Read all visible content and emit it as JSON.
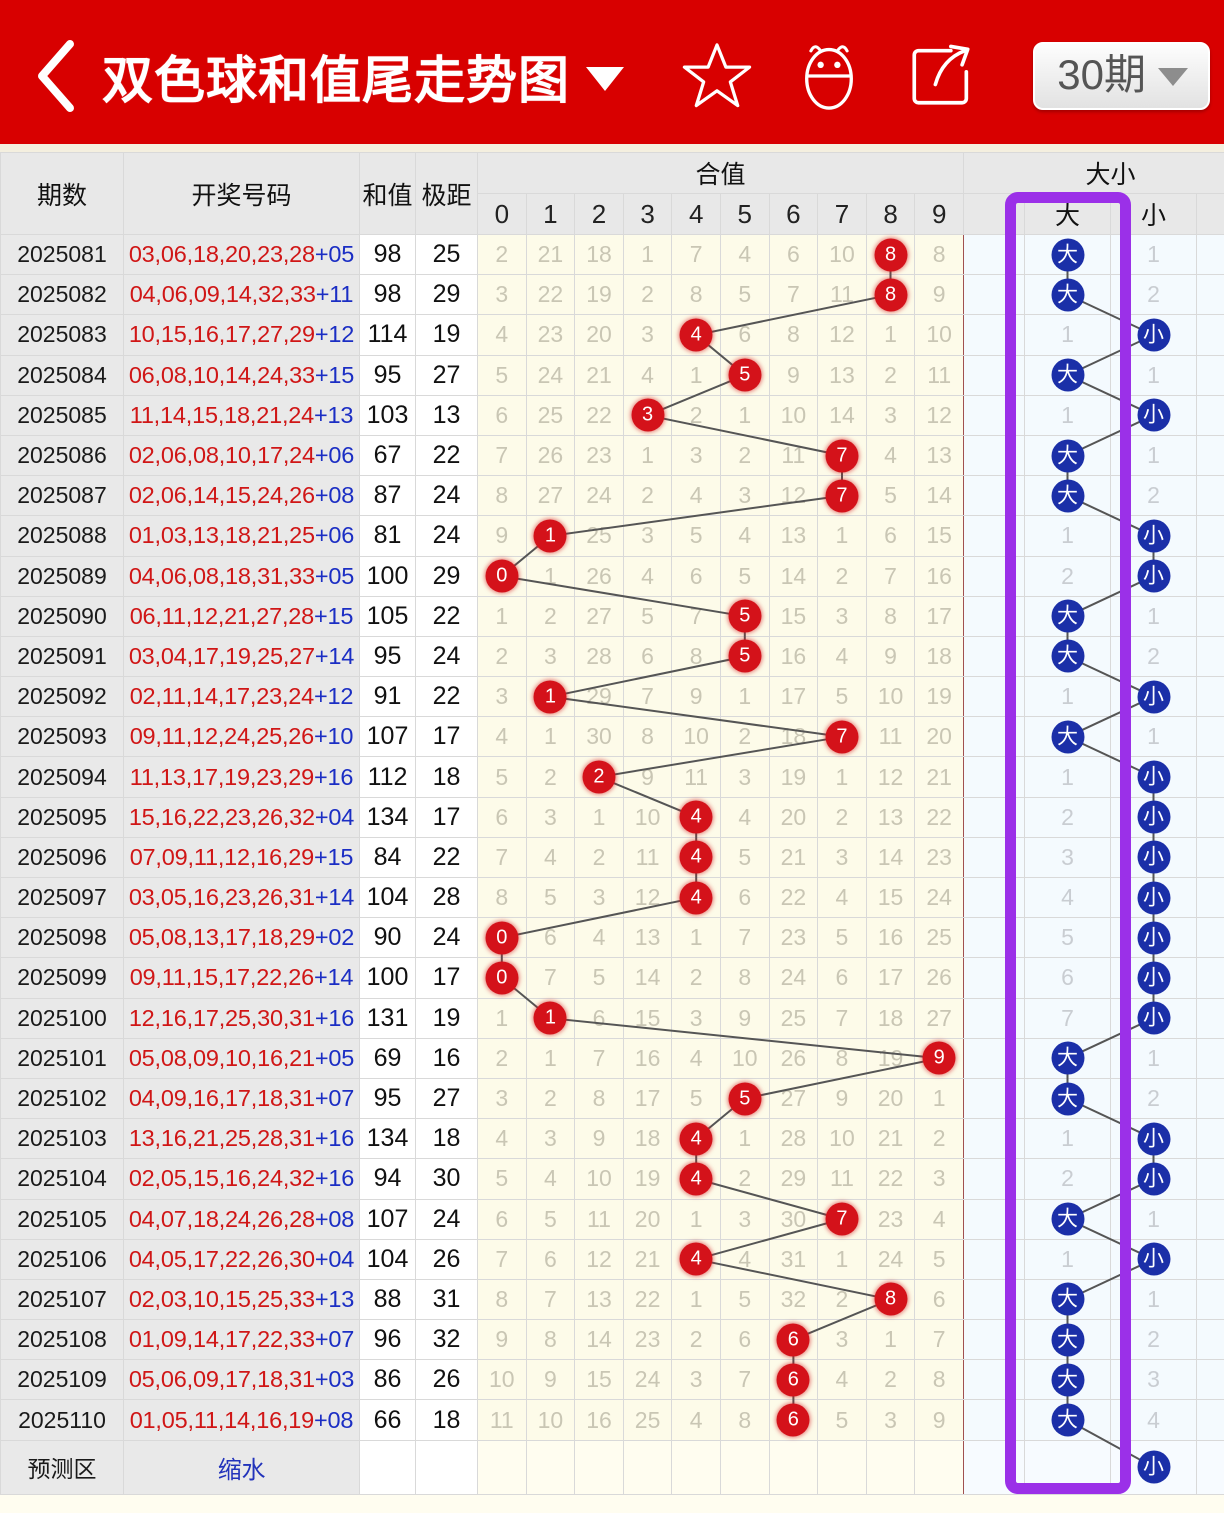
{
  "header": {
    "back_icon": "chevron-left-icon",
    "title": "双色球和值尾走势图",
    "title_caret": "▼",
    "icons": [
      {
        "name": "star-icon",
        "label": "收藏"
      },
      {
        "name": "bug-icon",
        "label": "机器人"
      },
      {
        "name": "share-icon",
        "label": "分享"
      }
    ],
    "period_label": "30期",
    "period_caret": "▼",
    "brand_color": "#d80000"
  },
  "table": {
    "headers": {
      "issue": "期数",
      "numbers": "开奖号码",
      "sum": "和值",
      "span": "极距",
      "group_hezhi": "合值",
      "group_daxiao": "大小",
      "digits": [
        "0",
        "1",
        "2",
        "3",
        "4",
        "5",
        "6",
        "7",
        "8",
        "9"
      ],
      "big": "大",
      "small": "小"
    },
    "predict_row": {
      "label": "预测区",
      "action": "缩水"
    },
    "rows": [
      {
        "issue": "2025081",
        "red": "03,06,18,20,23,28",
        "blue": "05",
        "sum": "98",
        "span": "25",
        "hit": 8,
        "miss": [
          "2",
          "21",
          "18",
          "1",
          "7",
          "4",
          "6",
          "10",
          "8",
          "8"
        ],
        "size": "大",
        "size_miss": "1"
      },
      {
        "issue": "2025082",
        "red": "04,06,09,14,32,33",
        "blue": "11",
        "sum": "98",
        "span": "29",
        "hit": 8,
        "miss": [
          "3",
          "22",
          "19",
          "2",
          "8",
          "5",
          "7",
          "11",
          "8",
          "9"
        ],
        "size": "大",
        "size_miss": "2"
      },
      {
        "issue": "2025083",
        "red": "10,15,16,17,27,29",
        "blue": "12",
        "sum": "114",
        "span": "19",
        "hit": 4,
        "miss": [
          "4",
          "23",
          "20",
          "3",
          "4",
          "6",
          "8",
          "12",
          "1",
          "10"
        ],
        "size": "小",
        "size_miss": "1"
      },
      {
        "issue": "2025084",
        "red": "06,08,10,14,24,33",
        "blue": "15",
        "sum": "95",
        "span": "27",
        "hit": 5,
        "miss": [
          "5",
          "24",
          "21",
          "4",
          "1",
          "5",
          "9",
          "13",
          "2",
          "11"
        ],
        "size": "大",
        "size_miss": "1"
      },
      {
        "issue": "2025085",
        "red": "11,14,15,18,21,24",
        "blue": "13",
        "sum": "103",
        "span": "13",
        "hit": 3,
        "miss": [
          "6",
          "25",
          "22",
          "3",
          "2",
          "1",
          "10",
          "14",
          "3",
          "12"
        ],
        "size": "小",
        "size_miss": "1"
      },
      {
        "issue": "2025086",
        "red": "02,06,08,10,17,24",
        "blue": "06",
        "sum": "67",
        "span": "22",
        "hit": 7,
        "miss": [
          "7",
          "26",
          "23",
          "1",
          "3",
          "2",
          "11",
          "7",
          "4",
          "13"
        ],
        "size": "大",
        "size_miss": "1"
      },
      {
        "issue": "2025087",
        "red": "02,06,14,15,24,26",
        "blue": "08",
        "sum": "87",
        "span": "24",
        "hit": 7,
        "miss": [
          "8",
          "27",
          "24",
          "2",
          "4",
          "3",
          "12",
          "7",
          "5",
          "14"
        ],
        "size": "大",
        "size_miss": "2"
      },
      {
        "issue": "2025088",
        "red": "01,03,13,18,21,25",
        "blue": "06",
        "sum": "81",
        "span": "24",
        "hit": 1,
        "miss": [
          "9",
          "1",
          "25",
          "3",
          "5",
          "4",
          "13",
          "1",
          "6",
          "15"
        ],
        "size": "小",
        "size_miss": "1"
      },
      {
        "issue": "2025089",
        "red": "04,06,08,18,31,33",
        "blue": "05",
        "sum": "100",
        "span": "29",
        "hit": 0,
        "miss": [
          "0",
          "1",
          "26",
          "4",
          "6",
          "5",
          "14",
          "2",
          "7",
          "16"
        ],
        "size": "小",
        "size_miss": "2"
      },
      {
        "issue": "2025090",
        "red": "06,11,12,21,27,28",
        "blue": "15",
        "sum": "105",
        "span": "22",
        "hit": 5,
        "miss": [
          "1",
          "2",
          "27",
          "5",
          "7",
          "5",
          "15",
          "3",
          "8",
          "17"
        ],
        "size": "大",
        "size_miss": "1"
      },
      {
        "issue": "2025091",
        "red": "03,04,17,19,25,27",
        "blue": "14",
        "sum": "95",
        "span": "24",
        "hit": 5,
        "miss": [
          "2",
          "3",
          "28",
          "6",
          "8",
          "5",
          "16",
          "4",
          "9",
          "18"
        ],
        "size": "大",
        "size_miss": "2"
      },
      {
        "issue": "2025092",
        "red": "02,11,14,17,23,24",
        "blue": "12",
        "sum": "91",
        "span": "22",
        "hit": 1,
        "miss": [
          "3",
          "1",
          "29",
          "7",
          "9",
          "1",
          "17",
          "5",
          "10",
          "19"
        ],
        "size": "小",
        "size_miss": "1"
      },
      {
        "issue": "2025093",
        "red": "09,11,12,24,25,26",
        "blue": "10",
        "sum": "107",
        "span": "17",
        "hit": 7,
        "miss": [
          "4",
          "1",
          "30",
          "8",
          "10",
          "2",
          "18",
          "7",
          "11",
          "20"
        ],
        "size": "大",
        "size_miss": "1"
      },
      {
        "issue": "2025094",
        "red": "11,13,17,19,23,29",
        "blue": "16",
        "sum": "112",
        "span": "18",
        "hit": 2,
        "miss": [
          "5",
          "2",
          "2",
          "9",
          "11",
          "3",
          "19",
          "1",
          "12",
          "21"
        ],
        "size": "小",
        "size_miss": "1"
      },
      {
        "issue": "2025095",
        "red": "15,16,22,23,26,32",
        "blue": "04",
        "sum": "134",
        "span": "17",
        "hit": 4,
        "miss": [
          "6",
          "3",
          "1",
          "10",
          "4",
          "4",
          "20",
          "2",
          "13",
          "22"
        ],
        "size": "小",
        "size_miss": "2"
      },
      {
        "issue": "2025096",
        "red": "07,09,11,12,16,29",
        "blue": "15",
        "sum": "84",
        "span": "22",
        "hit": 4,
        "miss": [
          "7",
          "4",
          "2",
          "11",
          "4",
          "5",
          "21",
          "3",
          "14",
          "23"
        ],
        "size": "小",
        "size_miss": "3"
      },
      {
        "issue": "2025097",
        "red": "03,05,16,23,26,31",
        "blue": "14",
        "sum": "104",
        "span": "28",
        "hit": 4,
        "miss": [
          "8",
          "5",
          "3",
          "12",
          "4",
          "6",
          "22",
          "4",
          "15",
          "24"
        ],
        "size": "小",
        "size_miss": "4"
      },
      {
        "issue": "2025098",
        "red": "05,08,13,17,18,29",
        "blue": "02",
        "sum": "90",
        "span": "24",
        "hit": 0,
        "miss": [
          "0",
          "6",
          "4",
          "13",
          "1",
          "7",
          "23",
          "5",
          "16",
          "25"
        ],
        "size": "小",
        "size_miss": "5"
      },
      {
        "issue": "2025099",
        "red": "09,11,15,17,22,26",
        "blue": "14",
        "sum": "100",
        "span": "17",
        "hit": 0,
        "miss": [
          "0",
          "7",
          "5",
          "14",
          "2",
          "8",
          "24",
          "6",
          "17",
          "26"
        ],
        "size": "小",
        "size_miss": "6"
      },
      {
        "issue": "2025100",
        "red": "12,16,17,25,30,31",
        "blue": "16",
        "sum": "131",
        "span": "19",
        "hit": 1,
        "miss": [
          "1",
          "1",
          "6",
          "15",
          "3",
          "9",
          "25",
          "7",
          "18",
          "27"
        ],
        "size": "小",
        "size_miss": "7"
      },
      {
        "issue": "2025101",
        "red": "05,08,09,10,16,21",
        "blue": "05",
        "sum": "69",
        "span": "16",
        "hit": 9,
        "miss": [
          "2",
          "1",
          "7",
          "16",
          "4",
          "10",
          "26",
          "8",
          "19",
          "9"
        ],
        "size": "大",
        "size_miss": "1"
      },
      {
        "issue": "2025102",
        "red": "04,09,16,17,18,31",
        "blue": "07",
        "sum": "95",
        "span": "27",
        "hit": 5,
        "miss": [
          "3",
          "2",
          "8",
          "17",
          "5",
          "5",
          "27",
          "9",
          "20",
          "1"
        ],
        "size": "大",
        "size_miss": "2"
      },
      {
        "issue": "2025103",
        "red": "13,16,21,25,28,31",
        "blue": "16",
        "sum": "134",
        "span": "18",
        "hit": 4,
        "miss": [
          "4",
          "3",
          "9",
          "18",
          "4",
          "1",
          "28",
          "10",
          "21",
          "2"
        ],
        "size": "小",
        "size_miss": "1"
      },
      {
        "issue": "2025104",
        "red": "02,05,15,16,24,32",
        "blue": "16",
        "sum": "94",
        "span": "30",
        "hit": 4,
        "miss": [
          "5",
          "4",
          "10",
          "19",
          "4",
          "2",
          "29",
          "11",
          "22",
          "3"
        ],
        "size": "小",
        "size_miss": "2"
      },
      {
        "issue": "2025105",
        "red": "04,07,18,24,26,28",
        "blue": "08",
        "sum": "107",
        "span": "24",
        "hit": 7,
        "miss": [
          "6",
          "5",
          "11",
          "20",
          "1",
          "3",
          "30",
          "7",
          "23",
          "4"
        ],
        "size": "大",
        "size_miss": "1"
      },
      {
        "issue": "2025106",
        "red": "04,05,17,22,26,30",
        "blue": "04",
        "sum": "104",
        "span": "26",
        "hit": 4,
        "miss": [
          "7",
          "6",
          "12",
          "21",
          "4",
          "4",
          "31",
          "1",
          "24",
          "5"
        ],
        "size": "小",
        "size_miss": "1"
      },
      {
        "issue": "2025107",
        "red": "02,03,10,15,25,33",
        "blue": "13",
        "sum": "88",
        "span": "31",
        "hit": 8,
        "miss": [
          "8",
          "7",
          "13",
          "22",
          "1",
          "5",
          "32",
          "2",
          "8",
          "6"
        ],
        "size": "大",
        "size_miss": "1"
      },
      {
        "issue": "2025108",
        "red": "01,09,14,17,22,33",
        "blue": "07",
        "sum": "96",
        "span": "32",
        "hit": 6,
        "miss": [
          "9",
          "8",
          "14",
          "23",
          "2",
          "6",
          "6",
          "3",
          "1",
          "7"
        ],
        "size": "大",
        "size_miss": "2"
      },
      {
        "issue": "2025109",
        "red": "05,06,09,17,18,31",
        "blue": "03",
        "sum": "86",
        "span": "26",
        "hit": 6,
        "miss": [
          "10",
          "9",
          "15",
          "24",
          "3",
          "7",
          "6",
          "4",
          "2",
          "8"
        ],
        "size": "大",
        "size_miss": "3"
      },
      {
        "issue": "2025110",
        "red": "01,05,11,14,16,19",
        "blue": "08",
        "sum": "66",
        "span": "18",
        "hit": 6,
        "miss": [
          "11",
          "10",
          "16",
          "25",
          "4",
          "8",
          "6",
          "5",
          "3",
          "9"
        ],
        "size": "大",
        "size_miss": "4"
      }
    ],
    "predict_size": "小"
  },
  "chart_data": {
    "type": "line",
    "title": "双色球和值尾走势图",
    "xlabel": "合值(尾数)",
    "ylabel": "期数",
    "categories": [
      "0",
      "1",
      "2",
      "3",
      "4",
      "5",
      "6",
      "7",
      "8",
      "9"
    ],
    "series": [
      {
        "name": "和值尾",
        "x": [
          "2025081",
          "2025082",
          "2025083",
          "2025084",
          "2025085",
          "2025086",
          "2025087",
          "2025088",
          "2025089",
          "2025090",
          "2025091",
          "2025092",
          "2025093",
          "2025094",
          "2025095",
          "2025096",
          "2025097",
          "2025098",
          "2025099",
          "2025100",
          "2025101",
          "2025102",
          "2025103",
          "2025104",
          "2025105",
          "2025106",
          "2025107",
          "2025108",
          "2025109",
          "2025110"
        ],
        "values": [
          8,
          8,
          4,
          5,
          3,
          7,
          7,
          1,
          0,
          5,
          5,
          1,
          7,
          2,
          4,
          4,
          4,
          0,
          0,
          1,
          9,
          5,
          4,
          4,
          7,
          4,
          8,
          6,
          6,
          6
        ]
      },
      {
        "name": "大小",
        "x": [
          "2025081",
          "2025082",
          "2025083",
          "2025084",
          "2025085",
          "2025086",
          "2025087",
          "2025088",
          "2025089",
          "2025090",
          "2025091",
          "2025092",
          "2025093",
          "2025094",
          "2025095",
          "2025096",
          "2025097",
          "2025098",
          "2025099",
          "2025100",
          "2025101",
          "2025102",
          "2025103",
          "2025104",
          "2025105",
          "2025106",
          "2025107",
          "2025108",
          "2025109",
          "2025110"
        ],
        "values": [
          "大",
          "大",
          "小",
          "大",
          "小",
          "大",
          "大",
          "小",
          "小",
          "大",
          "大",
          "小",
          "大",
          "小",
          "小",
          "小",
          "小",
          "小",
          "小",
          "小",
          "大",
          "大",
          "小",
          "小",
          "大",
          "小",
          "大",
          "大",
          "大",
          "大"
        ]
      }
    ],
    "legend": "none",
    "grid": true
  },
  "colors": {
    "header_red": "#d80000",
    "ball_red": "#d4121a",
    "ball_blue": "#1b2fa8",
    "highlight_purple": "#9b30e8",
    "number_red": "#d01616",
    "number_blue": "#1b2ec4"
  }
}
